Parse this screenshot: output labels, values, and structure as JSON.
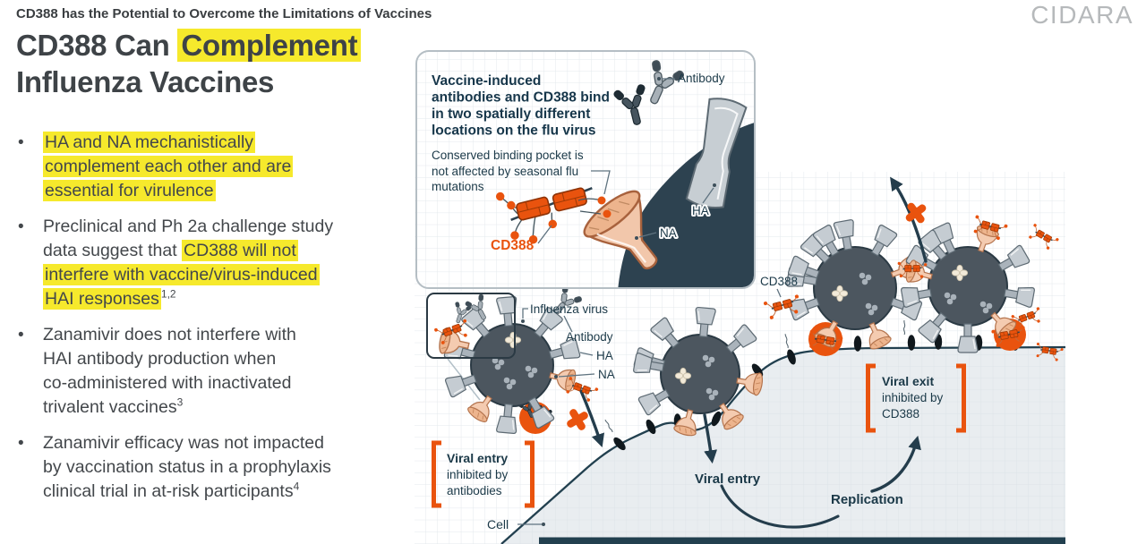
{
  "eyebrow": "CD388 has the Potential to Overcome the Limitations of Vaccines",
  "logo": "CIDARA",
  "title": {
    "part1": "CD388 Can",
    "highlight": "Complement",
    "line2": "Influenza Vaccines"
  },
  "bullets": [
    {
      "lines": [
        [
          {
            "t": "HA and NA mechanistically",
            "h": true
          }
        ],
        [
          {
            "t": "complement each other and are",
            "h": true
          }
        ],
        [
          {
            "t": "essential for virulence",
            "h": true
          }
        ]
      ]
    },
    {
      "lines": [
        [
          {
            "t": "Preclinical and Ph 2a challenge study"
          }
        ],
        [
          {
            "t": "data suggest that "
          },
          {
            "t": "CD388 will not",
            "h": true
          }
        ],
        [
          {
            "t": "interfere with vaccine/virus-induced",
            "h": true
          }
        ],
        [
          {
            "t": "HAI responses",
            "h": true
          },
          {
            "t": "1,2",
            "sup": true
          }
        ]
      ]
    },
    {
      "lines": [
        [
          {
            "t": "Zanamivir does not interfere with"
          }
        ],
        [
          {
            "t": "HAI antibody production when"
          }
        ],
        [
          {
            "t": "co-administered with inactivated"
          }
        ],
        [
          {
            "t": "trivalent vaccines"
          },
          {
            "t": "3",
            "sup": true
          }
        ]
      ]
    },
    {
      "lines": [
        [
          {
            "t": "Zanamivir efficacy was not impacted"
          }
        ],
        [
          {
            "t": "by vaccination status in a prophylaxis"
          }
        ],
        [
          {
            "t": "clinical trial in at-risk participants"
          },
          {
            "t": "4",
            "sup": true
          }
        ]
      ]
    }
  ],
  "inset": {
    "title_lines": [
      "Vaccine-induced",
      "antibodies and CD388 bind",
      "in two spatially different",
      "locations on the flu virus"
    ],
    "note_lines": [
      "Conserved binding pocket is",
      "not affected by seasonal flu",
      "mutations"
    ],
    "labels": {
      "antibody": "Antibody",
      "ha": "HA",
      "na": "NA",
      "cd388": "CD388"
    }
  },
  "diagram": {
    "labels": {
      "influenza_virus": "Influenza virus",
      "antibody": "Antibody",
      "ha": "HA",
      "na": "NA",
      "cd388": "CD388",
      "cell": "Cell",
      "viral_entry": "Viral entry",
      "replication": "Replication"
    },
    "entry_bracket": {
      "lines": [
        "Viral entry",
        "inhibited by",
        "antibodies"
      ]
    },
    "exit_bracket": {
      "lines": [
        "Viral exit",
        "inhibited by",
        "CD388"
      ]
    }
  },
  "colors": {
    "accent_orange": "#E9530E",
    "navy_text": "#1B3948",
    "navy_surface": "#2D4250",
    "virus_body": "#4C565F",
    "ha_gray": "#C5CCD2",
    "na_salmon": "#F4CBB0",
    "highlight_yellow": "#F6E92C",
    "logo_gray": "#B6B9BB"
  }
}
